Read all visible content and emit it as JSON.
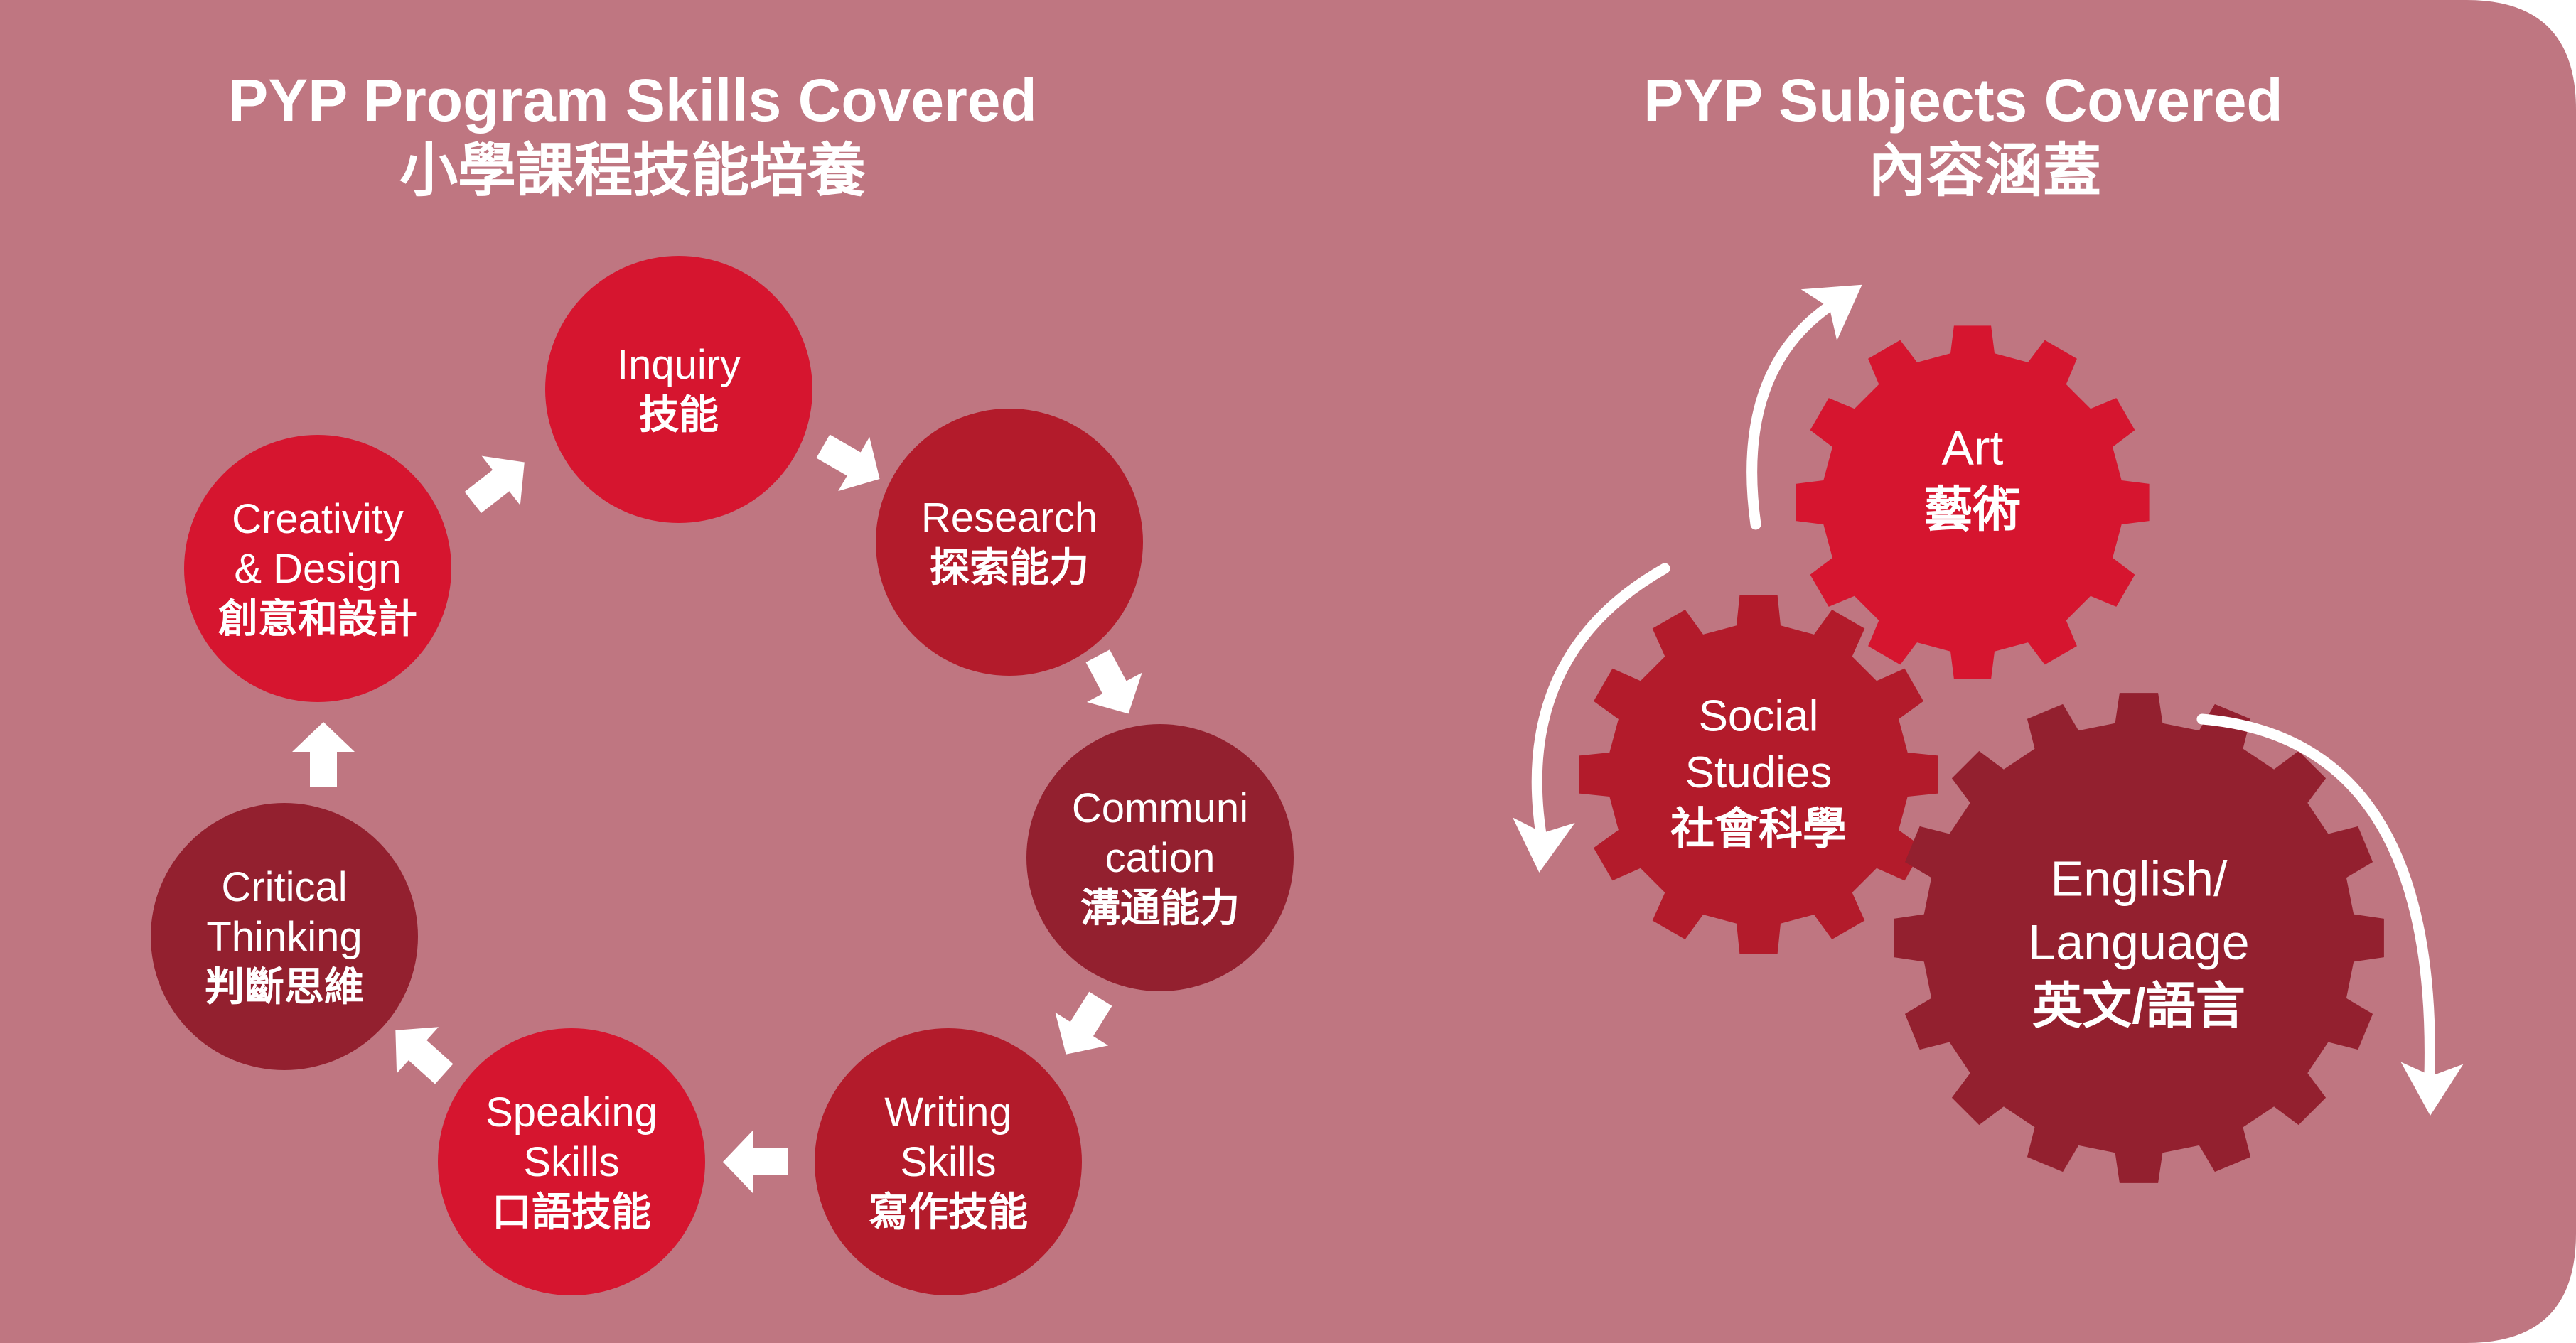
{
  "colors": {
    "background": "#bf7681",
    "circle_red": "#d6152f",
    "circle_mid": "#b31b2b",
    "circle_dark": "#93202f",
    "arrow": "#ffffff"
  },
  "left_panel": {
    "title_en": "PYP Program Skills Covered",
    "title_zh": "小學課程技能培養",
    "skills": [
      {
        "lines": [
          "Inquiry",
          "技能"
        ]
      },
      {
        "lines": [
          "Research",
          "探索能力"
        ]
      },
      {
        "lines": [
          "Communi",
          "cation",
          "溝通能力"
        ]
      },
      {
        "lines": [
          "Writing",
          "Skills",
          "寫作技能"
        ]
      },
      {
        "lines": [
          "Speaking",
          "Skills",
          "口語技能"
        ]
      },
      {
        "lines": [
          "Critical",
          "Thinking",
          "判斷思維"
        ]
      },
      {
        "lines": [
          "Creativity",
          "& Design",
          "創意和設計"
        ]
      }
    ]
  },
  "right_panel": {
    "title_en": "PYP Subjects Covered",
    "title_zh": "內容涵蓋",
    "subjects": [
      {
        "lines": [
          "Art",
          "藝術"
        ]
      },
      {
        "lines": [
          "Social",
          "Studies",
          "社會科學"
        ]
      },
      {
        "lines": [
          "English/",
          "Language",
          "英文/語言"
        ]
      }
    ]
  }
}
